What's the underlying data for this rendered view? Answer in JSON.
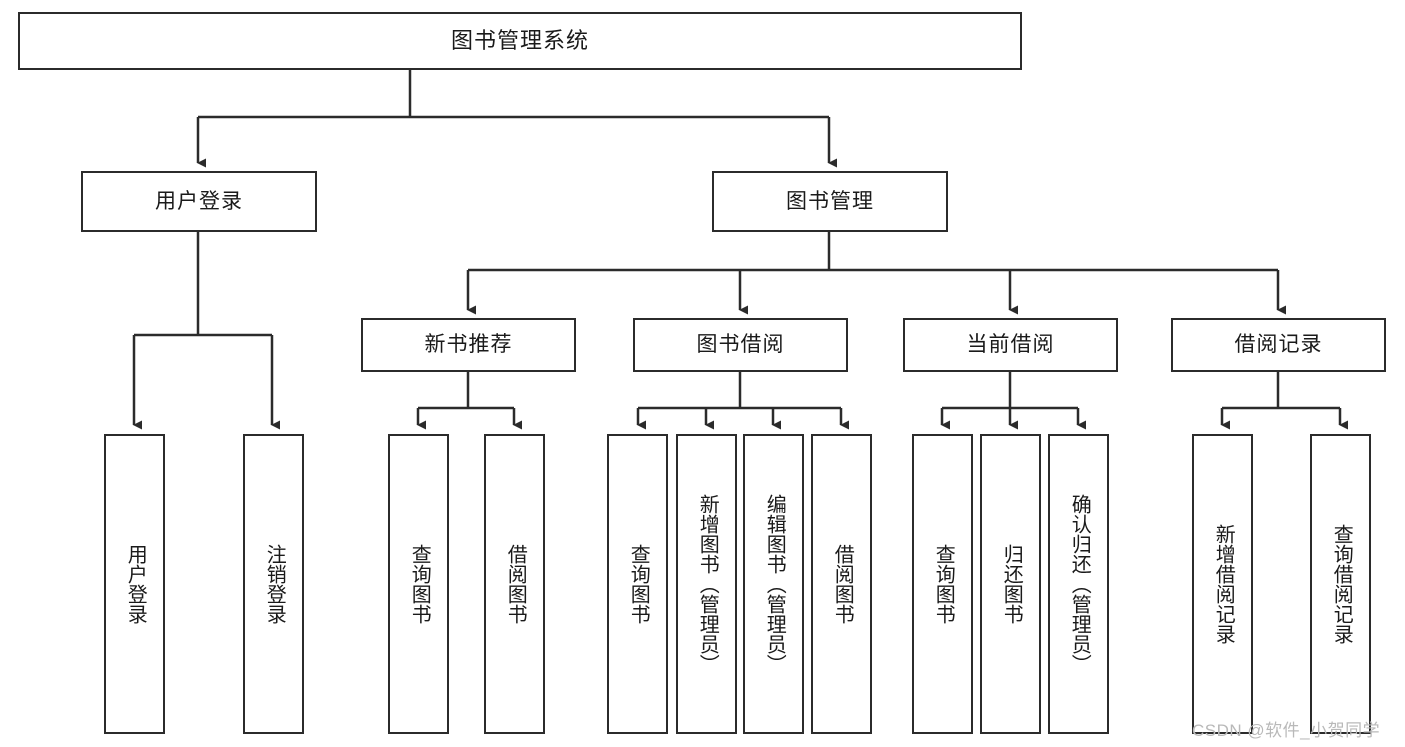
{
  "diagram": {
    "title": "图书管理系统",
    "type": "tree",
    "watermark": "CSDN @软件_小贺同学",
    "colors": {
      "box_border": "#2b2b2b",
      "box_fill": "#ffffff",
      "connector": "#2b2b2b",
      "text": "#1a1a1a",
      "watermark": "#b9b9b9"
    },
    "levels": {
      "root": {
        "label": "图书管理系统"
      },
      "level2": [
        {
          "id": "user-login",
          "label": "用户登录"
        },
        {
          "id": "book-manage",
          "label": "图书管理"
        }
      ],
      "level3": [
        {
          "id": "new-book-recommend",
          "label": "新书推荐"
        },
        {
          "id": "book-borrow",
          "label": "图书借阅"
        },
        {
          "id": "current-borrow",
          "label": "当前借阅"
        },
        {
          "id": "borrow-record",
          "label": "借阅记录"
        }
      ],
      "leaves": {
        "user-login": [
          {
            "id": "leaf-user-login",
            "label": "用户登录"
          },
          {
            "id": "leaf-user-logout",
            "label": "注销登录"
          }
        ],
        "new-book-recommend": [
          {
            "id": "leaf-query-book-1",
            "label": "查询图书"
          },
          {
            "id": "leaf-borrow-book-1",
            "label": "借阅图书"
          }
        ],
        "book-borrow": [
          {
            "id": "leaf-query-book-2",
            "label": "查询图书"
          },
          {
            "id": "leaf-add-book-admin",
            "label": "新增图书（管理员）"
          },
          {
            "id": "leaf-edit-book-admin",
            "label": "编辑图书（管理员）"
          },
          {
            "id": "leaf-borrow-book-2",
            "label": "借阅图书"
          }
        ],
        "current-borrow": [
          {
            "id": "leaf-query-book-3",
            "label": "查询图书"
          },
          {
            "id": "leaf-return-book",
            "label": "归还图书"
          },
          {
            "id": "leaf-confirm-return-admin",
            "label": "确认归还（管理员）"
          }
        ],
        "borrow-record": [
          {
            "id": "leaf-add-borrow-record",
            "label": "新增借阅记录"
          },
          {
            "id": "leaf-query-borrow-record",
            "label": "查询借阅记录"
          }
        ]
      }
    }
  }
}
